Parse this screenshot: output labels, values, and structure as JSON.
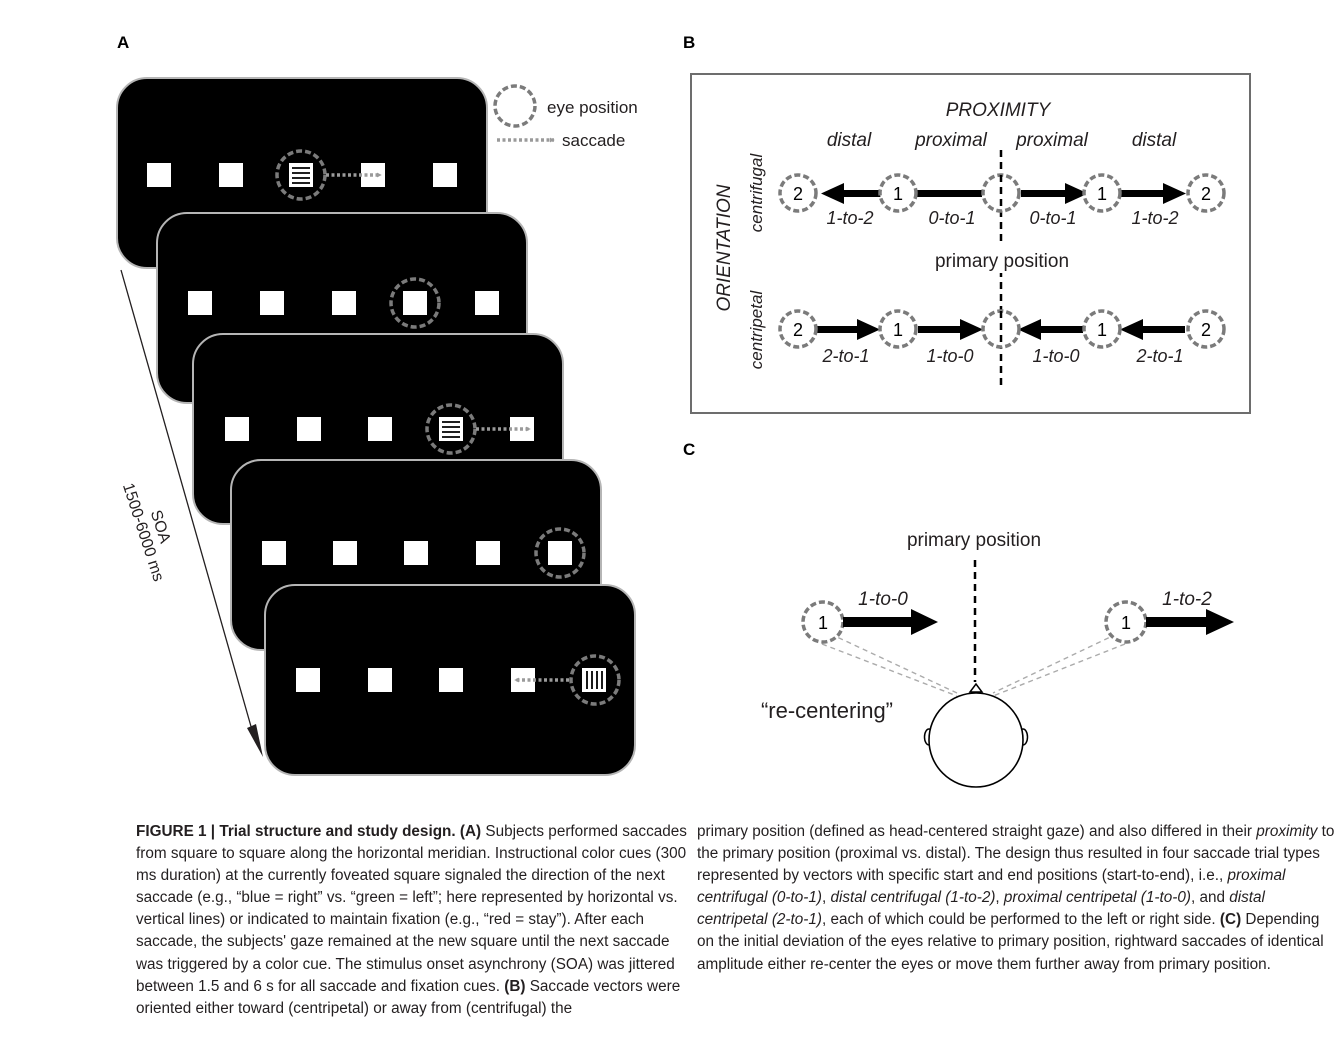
{
  "panel_a": {
    "label": "A",
    "legend": {
      "eye": "eye position",
      "saccade": "saccade"
    },
    "soa": {
      "line1": "SOA",
      "line2": "1500-6000 ms"
    }
  },
  "panel_b": {
    "label": "B",
    "title": "PROXIMITY",
    "orientation": "ORIENTATION",
    "centrifugal": "centrifugal",
    "centripetal": "centripetal",
    "primary_position": "primary position",
    "headers": [
      "distal",
      "proximal",
      "proximal",
      "distal"
    ],
    "circle_numbers": [
      "2",
      "1",
      "1",
      "2"
    ],
    "centrifugal_labels": [
      "1-to-2",
      "0-to-1",
      "0-to-1",
      "1-to-2"
    ],
    "centripetal_labels": [
      "2-to-1",
      "1-to-0",
      "1-to-0",
      "2-to-1"
    ]
  },
  "panel_c": {
    "label": "C",
    "primary_position": "primary position",
    "left_label": "1-to-0",
    "right_label": "1-to-2",
    "recentering": "“re-centering”",
    "circle_number": "1"
  },
  "caption": {
    "figure_label": "FIGURE 1 | Trial structure and study design.",
    "a_tag": "(A)",
    "a_text": " Subjects performed saccades from square to square along the horizontal meridian. Instructional color cues (300 ms duration) at the currently foveated square signaled the direction of the next saccade (e.g., “blue = right” vs. “green = left”; here represented by horizontal vs. vertical lines) or indicated to maintain fixation (e.g., “red = stay”). After each saccade, the subjects' gaze remained at the new square until the next saccade was triggered by a color cue. The stimulus onset asynchrony (SOA) was jittered between 1.5 and 6 s for all saccade and fixation cues. ",
    "b_tag": "(B)",
    "b_text": " Saccade vectors were oriented either toward (centripetal) or away from (centrifugal) the",
    "r1": "primary position (defined as head-centered straight gaze) and also differed in their ",
    "r_proximity": "proximity",
    "r2": " to the primary position (proximal vs. distal). The design thus resulted in four saccade trial types represented by vectors with specific start and end positions (start-to-end), i.e., ",
    "r_t1": "proximal centrifugal (0-to-1)",
    "r_c1": ", ",
    "r_t2": "distal centrifugal (1-to-2)",
    "r_c2": ", ",
    "r_t3": "proximal centripetal (1-to-0)",
    "r_c3": ", and ",
    "r_t4": "distal centripetal (2-to-1)",
    "r3": ", each of which could be performed to the left or right side. ",
    "c_tag": "(C)",
    "c_text": " Depending on the initial deviation of the eyes relative to primary position, rightward saccades of identical amplitude either re-center the eyes or move them further away from primary position."
  }
}
